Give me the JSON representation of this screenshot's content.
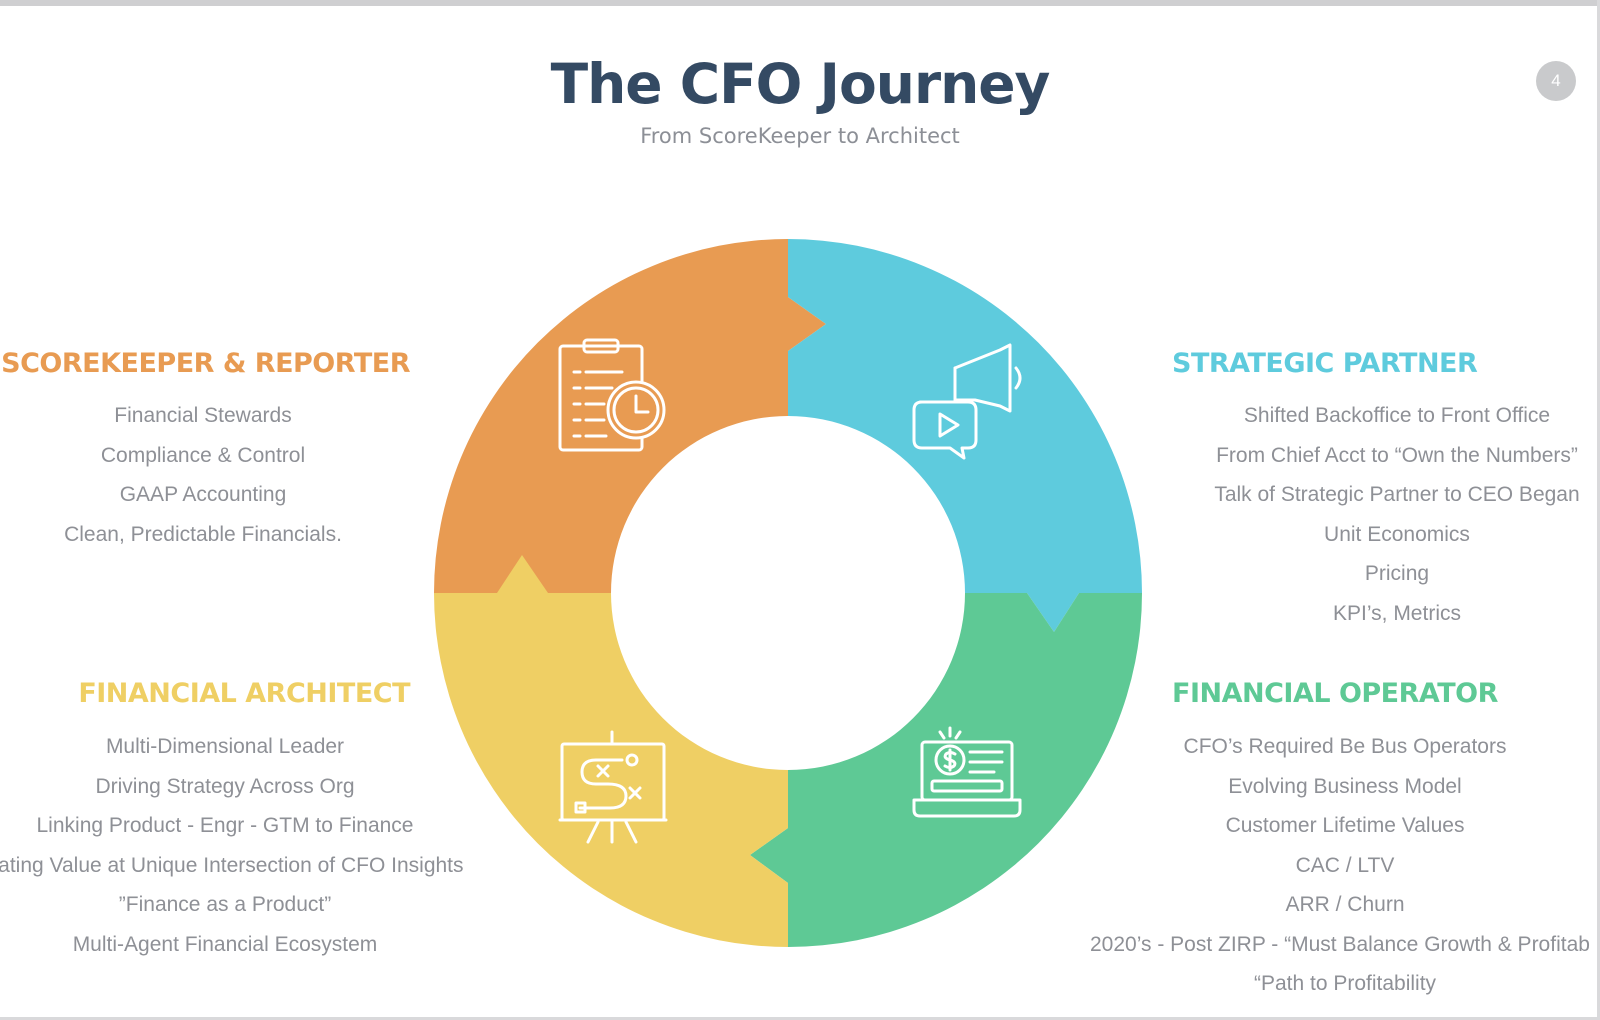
{
  "header": {
    "title": "The CFO Journey",
    "subtitle": "From ScoreKeeper to Architect",
    "page_number": "4"
  },
  "colors": {
    "orange": "#e89b52",
    "blue": "#5ecbdd",
    "green": "#5ec995",
    "yellow": "#efcf64",
    "title": "#344a63",
    "body_text": "#8e9096"
  },
  "sections": {
    "top_left": {
      "heading": "SCOREKEEPER & REPORTER",
      "icon": "clipboard-clock-icon",
      "items": [
        "Financial Stewards",
        "Compliance & Control",
        "GAAP Accounting",
        "Clean, Predictable Financials."
      ]
    },
    "top_right": {
      "heading": "STRATEGIC PARTNER",
      "icon": "megaphone-video-icon",
      "items": [
        "Shifted Backoffice to Front Office",
        "From Chief Acct to “Own the Numbers”",
        "Talk of Strategic Partner to CEO Began",
        "Unit Economics",
        "Pricing",
        "KPI’s,  Metrics"
      ]
    },
    "bottom_left": {
      "heading": "FINANCIAL ARCHITECT",
      "icon": "strategy-board-icon",
      "items": [
        "Multi-Dimensional Leader",
        "Driving Strategy Across Org",
        "Linking Product - Engr - GTM to Finance",
        "eating Value at Unique Intersection of CFO Insights",
        "”Finance as a Product”",
        "Multi-Agent Financial Ecosystem"
      ]
    },
    "bottom_right": {
      "heading": "FINANCIAL OPERATOR",
      "icon": "laptop-dollar-icon",
      "items": [
        "CFO’s Required Be Bus Operators",
        "Evolving Business Model",
        "Customer Lifetime Values",
        "CAC / LTV",
        "ARR / Churn",
        "2020’s - Post ZIRP - “Must Balance Growth & Profitab",
        "“Path to Profitability"
      ]
    }
  }
}
